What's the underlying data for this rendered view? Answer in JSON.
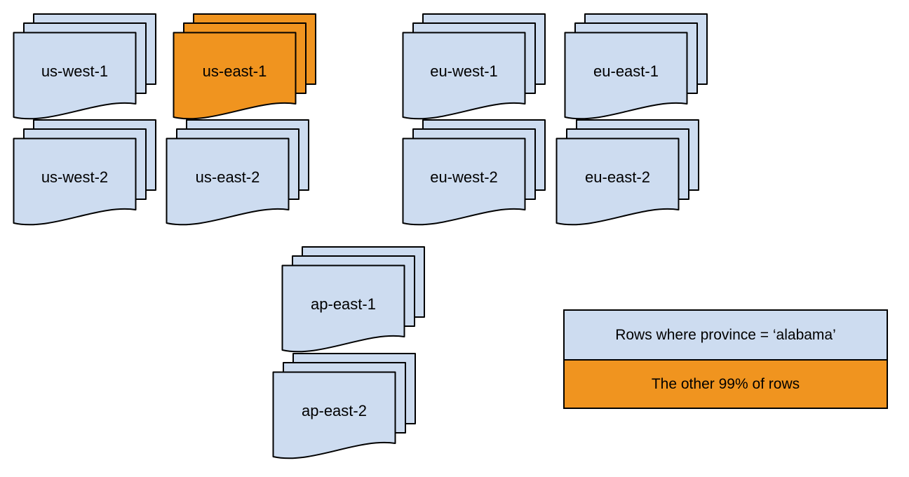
{
  "colors": {
    "region_fill": "#cddcf0",
    "highlight_fill": "#f0941f",
    "stroke": "#000000",
    "background": "#ffffff"
  },
  "stacks": [
    {
      "label": "us-west-1",
      "highlighted": false
    },
    {
      "label": "us-east-1",
      "highlighted": true
    },
    {
      "label": "eu-west-1",
      "highlighted": false
    },
    {
      "label": "eu-east-1",
      "highlighted": false
    },
    {
      "label": "us-west-2",
      "highlighted": false
    },
    {
      "label": "us-east-2",
      "highlighted": false
    },
    {
      "label": "eu-west-2",
      "highlighted": false
    },
    {
      "label": "eu-east-2",
      "highlighted": false
    },
    {
      "label": "ap-east-1",
      "highlighted": false
    },
    {
      "label": "ap-east-2",
      "highlighted": false
    }
  ],
  "legend": {
    "items": [
      {
        "label": "Rows where province = ‘alabama’",
        "color": "#cddcf0"
      },
      {
        "label": "The other 99% of rows",
        "color": "#f0941f"
      }
    ]
  }
}
